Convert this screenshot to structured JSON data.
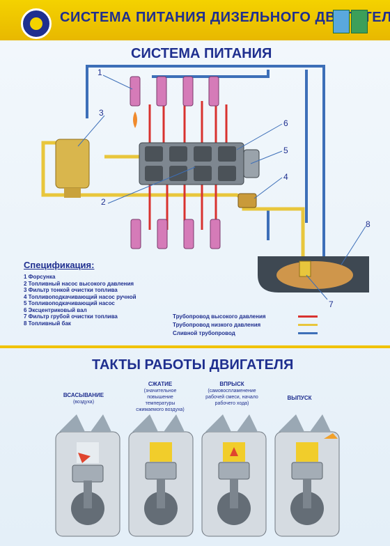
{
  "header": {
    "title": "СИСТЕМА  ПИТАНИЯ ДИЗЕЛЬНОГО ДВИГАТЕЛЯ"
  },
  "system": {
    "title": "СИСТЕМА  ПИТАНИЯ",
    "callouts": [
      "1",
      "2",
      "3",
      "4",
      "5",
      "6",
      "7",
      "8"
    ]
  },
  "spec": {
    "title": "Спецификация:",
    "items": [
      "1  Форсунка",
      "2  Топливный насос высокого давления",
      "3  Фильтр тонкой очистки топлива",
      "4  Топливоподкачивающий насос ручной",
      "5  Топливоподкачивающий насос",
      "6  Эксцентриковый вал",
      "7  Фильтр грубой очистки топлива",
      "8  Топливный бак"
    ]
  },
  "legend": {
    "items": [
      {
        "label": "Трубопровод высокого давления",
        "color": "#d8322f"
      },
      {
        "label": "Трубопровод низкого давления",
        "color": "#e8c63c"
      },
      {
        "label": "Сливной трубопровод",
        "color": "#3d6fb8"
      }
    ]
  },
  "strokes": {
    "title": "ТАКТЫ РАБОТЫ ДВИГАТЕЛЯ",
    "phases": [
      {
        "label": "ВСАСЫВАНИЕ",
        "note": "(воздуха)"
      },
      {
        "label": "СЖАТИЕ",
        "note": "(значительное повышение температуры сжимаемого воздуха)"
      },
      {
        "label": "ВПРЫСК",
        "note": "(самовоспламенение рабочей смеси, начало рабочего хода)"
      },
      {
        "label": "ВЫПУСК",
        "note": ""
      }
    ]
  },
  "colors": {
    "high_pressure": "#d8322f",
    "low_pressure": "#e8c63c",
    "drain": "#3d6fb8",
    "title_blue": "#1f2f8f",
    "accent_yellow": "#f1c200"
  }
}
